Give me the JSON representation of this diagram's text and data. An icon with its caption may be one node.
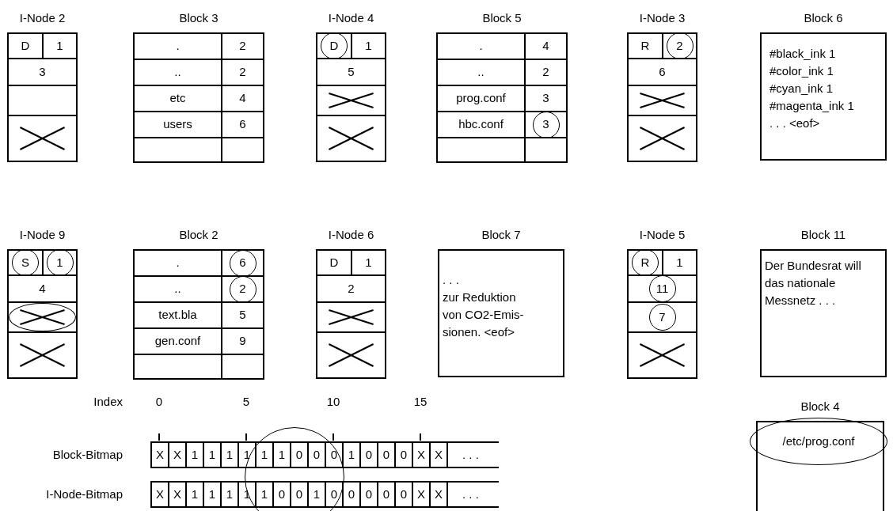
{
  "diagram": {
    "nodes": [
      {
        "text": [
          "I-Node 2"
        ]
      },
      {
        "text": [
          "D"
        ],
        "in": 0
      },
      {
        "text": [
          "1"
        ],
        "in": 0
      },
      {
        "text": [
          "3"
        ],
        "in": 0
      },
      {
        "text": [],
        "shape": "cross",
        "in": 0
      },
      {
        "text": [
          "Block 3"
        ]
      },
      {
        "text": [
          "."
        ],
        "in": 5
      },
      {
        "text": [
          "2"
        ],
        "in": 5
      },
      {
        "text": [
          ".."
        ],
        "in": 5
      },
      {
        "text": [
          "2"
        ],
        "in": 5
      },
      {
        "text": [
          "etc"
        ],
        "in": 5
      },
      {
        "text": [
          "4"
        ],
        "in": 5
      },
      {
        "text": [
          "users"
        ],
        "in": 5
      },
      {
        "text": [
          "6"
        ],
        "in": 5
      },
      {
        "text": [
          "I-Node 4"
        ]
      },
      {
        "text": [],
        "shape": "box",
        "in": 14
      },
      {
        "text": [
          "D"
        ],
        "in": 15
      },
      {
        "text": [
          "1"
        ],
        "in": 14
      },
      {
        "text": [
          "5"
        ],
        "in": 14
      },
      {
        "text": [],
        "shape": "cross",
        "in": 14
      },
      {
        "text": [],
        "shape": "cross",
        "in": 14
      },
      {
        "text": [
          "Block 5"
        ]
      },
      {
        "text": [
          "."
        ],
        "in": 21
      },
      {
        "text": [
          "4"
        ],
        "in": 21
      },
      {
        "text": [
          ".."
        ],
        "in": 21
      },
      {
        "text": [
          "2"
        ],
        "in": 21
      },
      {
        "text": [
          "prog.conf"
        ],
        "in": 21
      },
      {
        "text": [
          "3"
        ],
        "in": 21
      },
      {
        "text": [
          "hbc.conf"
        ],
        "in": 21
      },
      {
        "text": [],
        "shape": "box",
        "in": 21
      },
      {
        "text": [
          "3"
        ],
        "in": 29
      },
      {
        "text": [
          "I-Node 3"
        ]
      },
      {
        "text": [
          "R"
        ],
        "in": 31
      },
      {
        "text": [],
        "shape": "box",
        "in": 31
      },
      {
        "text": [
          "2"
        ],
        "in": 33
      },
      {
        "text": [
          "6"
        ],
        "in": 31
      },
      {
        "text": [],
        "shape": "cross",
        "in": 31
      },
      {
        "text": [],
        "shape": "cross",
        "in": 31
      },
      {
        "text": [
          "Block 6",
          "#black_ink 1",
          "#color_ink 1",
          "#cyan_ink 1",
          "#magenta_ink 1",
          ". . . <eof>"
        ]
      },
      {
        "text": [
          "I-Node 9"
        ]
      },
      {
        "text": [],
        "shape": "box",
        "in": 39
      },
      {
        "text": [
          "S"
        ],
        "in": 40
      },
      {
        "text": [],
        "shape": "box",
        "in": 39
      },
      {
        "text": [
          "1"
        ],
        "in": 42
      },
      {
        "text": [
          "4"
        ],
        "in": 39
      },
      {
        "text": [],
        "shape": "cross",
        "in": 39
      },
      {
        "text": [],
        "shape": "ellipse",
        "in": 45
      },
      {
        "text": [],
        "shape": "cross",
        "in": 39
      },
      {
        "text": [
          "Block 2"
        ]
      },
      {
        "text": [
          "."
        ],
        "in": 48
      },
      {
        "text": [],
        "shape": "box",
        "in": 48
      },
      {
        "text": [
          "6"
        ],
        "in": 50
      },
      {
        "text": [
          ".."
        ],
        "in": 48
      },
      {
        "text": [],
        "shape": "box",
        "in": 48
      },
      {
        "text": [
          "2"
        ],
        "in": 53
      },
      {
        "text": [
          "text.bla"
        ],
        "in": 48
      },
      {
        "text": [
          "5"
        ],
        "in": 48
      },
      {
        "text": [
          "gen.conf"
        ],
        "in": 48
      },
      {
        "text": [
          "9"
        ],
        "in": 48
      },
      {
        "text": [
          "I-Node 6"
        ]
      },
      {
        "text": [
          "D"
        ],
        "in": 59
      },
      {
        "text": [
          "1"
        ],
        "in": 59
      },
      {
        "text": [
          "2"
        ],
        "in": 59
      },
      {
        "text": [],
        "shape": "cross",
        "in": 59
      },
      {
        "text": [],
        "shape": "cross",
        "in": 59
      },
      {
        "text": [
          "Block 7",
          ". . .",
          "zur Reduktion",
          "von CO2-Emis-",
          "sionen. <eof>"
        ]
      },
      {
        "text": [
          "I-Node 5"
        ]
      },
      {
        "text": [],
        "shape": "box",
        "in": 66
      },
      {
        "text": [
          "R"
        ],
        "in": 67
      },
      {
        "text": [
          "1"
        ],
        "in": 66
      },
      {
        "text": [],
        "shape": "box",
        "in": 66
      },
      {
        "text": [
          "11"
        ],
        "in": 70
      },
      {
        "text": [],
        "shape": "box",
        "in": 66
      },
      {
        "text": [
          "7"
        ],
        "in": 72
      },
      {
        "text": [],
        "shape": "cross",
        "in": 66
      },
      {
        "text": [
          "Block 11",
          "Der Bundesrat will das nationale Messnetz . . ."
        ]
      },
      {
        "text": [
          "Block 4"
        ]
      },
      {
        "text": [
          "/etc/prog.conf"
        ],
        "in": 76
      },
      {
        "text": [
          ". . ."
        ],
        "beside": [
          "Block-Bitmap"
        ]
      },
      {
        "text": [
          "X"
        ],
        "in": 78
      },
      {
        "text": [
          "X"
        ],
        "in": 78
      },
      {
        "text": [
          "1"
        ],
        "in": 78
      },
      {
        "text": [
          "1"
        ],
        "in": 78
      },
      {
        "text": [
          "1"
        ],
        "in": 78
      },
      {
        "text": [
          "1"
        ],
        "in": 78
      },
      {
        "text": [
          "1"
        ]
      },
      {
        "text": [
          "1"
        ]
      },
      {
        "text": [
          "0"
        ]
      },
      {
        "text": [
          "0"
        ]
      },
      {
        "text": [
          "0"
        ]
      },
      {
        "text": [
          "1"
        ],
        "in": 78
      },
      {
        "text": [
          "0"
        ],
        "in": 78
      },
      {
        "text": [
          "0"
        ],
        "in": 78
      },
      {
        "text": [
          "0"
        ],
        "in": 78
      },
      {
        "text": [
          "X"
        ],
        "in": 78
      },
      {
        "text": [
          "X"
        ],
        "in": 78
      },
      {
        "text": [
          ". . ."
        ],
        "beside": [
          "I-Node-Bitmap"
        ]
      },
      {
        "text": [
          "X"
        ],
        "in": 96
      },
      {
        "text": [
          "X"
        ],
        "in": 96
      },
      {
        "text": [
          "1"
        ],
        "in": 96
      },
      {
        "text": [
          "1"
        ],
        "in": 96
      },
      {
        "text": [
          "1"
        ],
        "in": 96
      },
      {
        "text": [
          "1"
        ],
        "in": 96
      },
      {
        "text": [
          "1"
        ]
      },
      {
        "text": [
          "0"
        ]
      },
      {
        "text": [
          "0"
        ]
      },
      {
        "text": [
          "1"
        ]
      },
      {
        "text": [
          "0"
        ]
      },
      {
        "text": [
          "0"
        ],
        "in": 96
      },
      {
        "text": [
          "0"
        ],
        "in": 96
      },
      {
        "text": [
          "0"
        ],
        "in": 96
      },
      {
        "text": [
          "0"
        ],
        "in": 96
      },
      {
        "text": [
          "X"
        ],
        "in": 96
      },
      {
        "text": [
          "X"
        ],
        "in": 96
      },
      {
        "text": [],
        "shape": "circle"
      }
    ],
    "labels": [
      "Index",
      "0",
      "5",
      "10",
      "15"
    ]
  }
}
